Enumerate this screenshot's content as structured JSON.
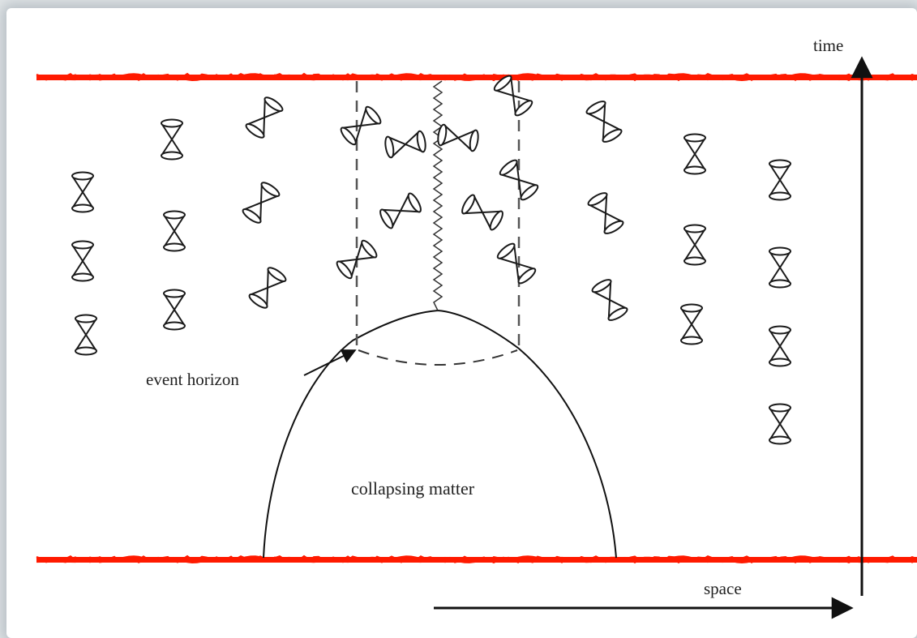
{
  "labels": {
    "time": "time",
    "space": "space",
    "event_horizon": "event horizon",
    "collapsing_matter": "collapsing matter"
  },
  "colors": {
    "boundary": "#ff1a00",
    "ink": "#1a1a1a",
    "background": "#ffffff",
    "frame": "#e2e6e8"
  },
  "icons": {
    "light_cone": "light-cone-icon"
  }
}
